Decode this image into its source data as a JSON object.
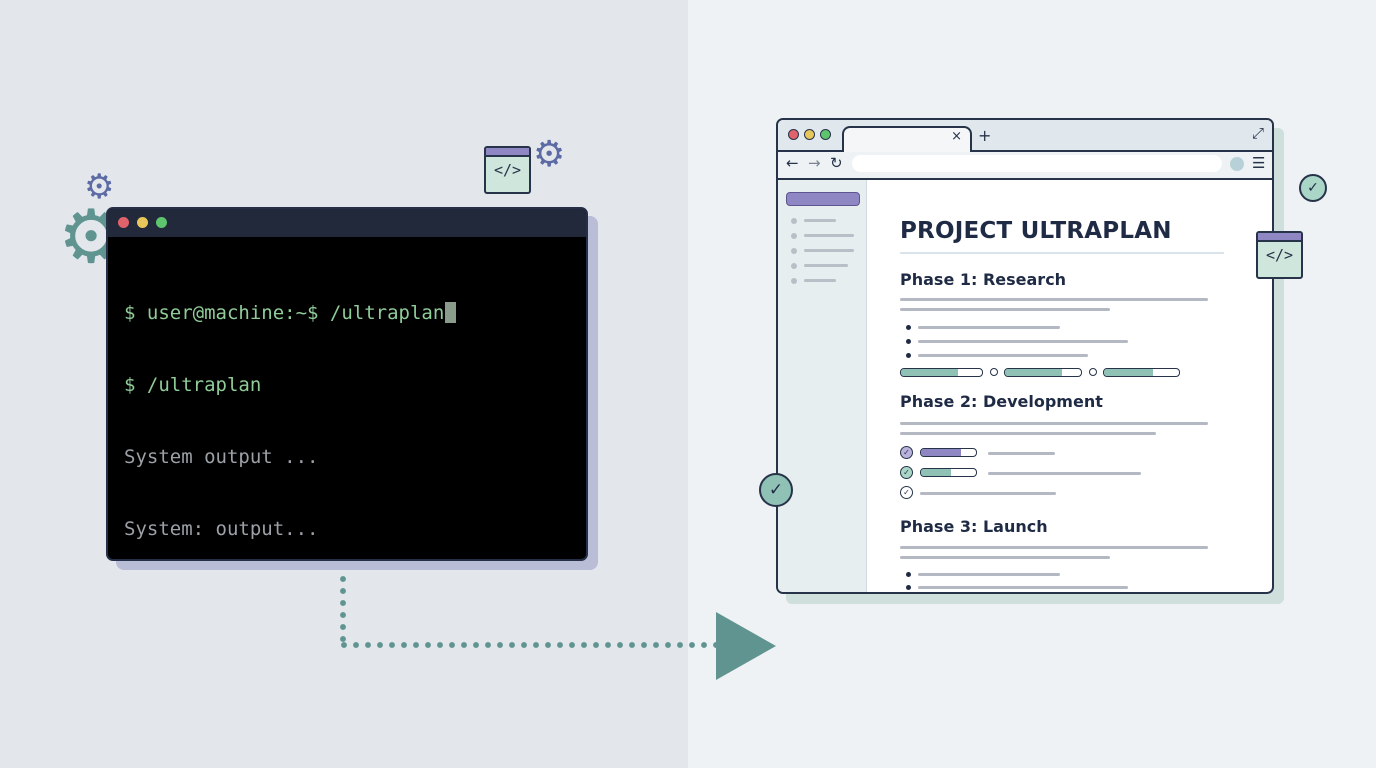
{
  "terminal": {
    "window_buttons": {
      "close_color": "#e0626a",
      "minimize_color": "#e7c65c",
      "zoom_color": "#5ec46d"
    },
    "prompt_user": "$ user@machine:~$",
    "command": " /ultraplan",
    "line2": "$ /ultraplan",
    "line3": "System output ...",
    "line4": "System: output...",
    "line5": "$"
  },
  "browser": {
    "nav": {
      "back": "←",
      "forward": "→",
      "reload": "↻",
      "menu": "☰"
    },
    "document": {
      "title": "PROJECT ULTRAPLAN",
      "phase1": {
        "heading": "Phase 1: Research"
      },
      "phase2": {
        "heading": "Phase 2: Development"
      },
      "phase3": {
        "heading": "Phase 3: Launch"
      }
    }
  },
  "decor": {
    "code_tag": "</>",
    "check": "✓",
    "gear": "⚙",
    "colors": {
      "accent_purple": "#8f86c4",
      "accent_teal": "#5f9490",
      "terminal_green": "#8fcc98",
      "navy": "#263349"
    }
  }
}
